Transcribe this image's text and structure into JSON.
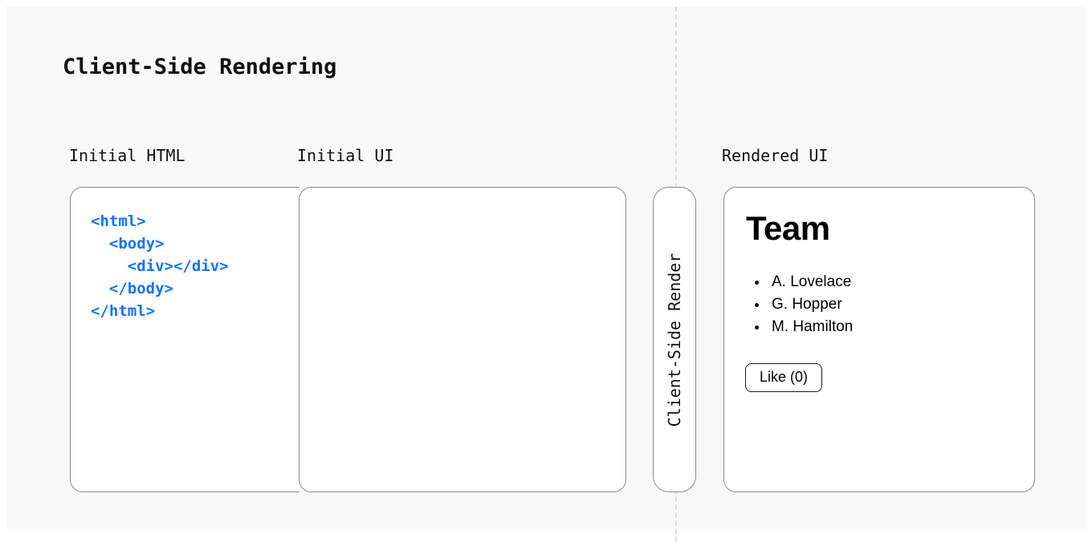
{
  "diagram": {
    "title": "Client-Side Rendering",
    "divider_icon": "dashed-vertical-divider"
  },
  "columns": {
    "initial_html_label": "Initial HTML",
    "initial_ui_label": "Initial UI",
    "rendered_ui_label": "Rendered UI"
  },
  "initial_html_panel": {
    "code": "<html>\n  <body>\n    <div></div>\n  </body>\n</html>",
    "code_color": "#1575f0"
  },
  "initial_ui_panel": {
    "content": ""
  },
  "render_step": {
    "label": "Client-Side Render"
  },
  "rendered_ui_panel": {
    "heading": "Team",
    "list": [
      "A. Lovelace",
      "G. Hopper",
      "M. Hamilton"
    ],
    "button_label": "Like (0)"
  },
  "colors": {
    "canvas_background": "#f8f8f8",
    "panel_border": "#8c8c8c",
    "panel_fill": "#ffffff",
    "divider": "#dcdcdc",
    "text": "#111111",
    "code_blue": "#1575f0"
  }
}
